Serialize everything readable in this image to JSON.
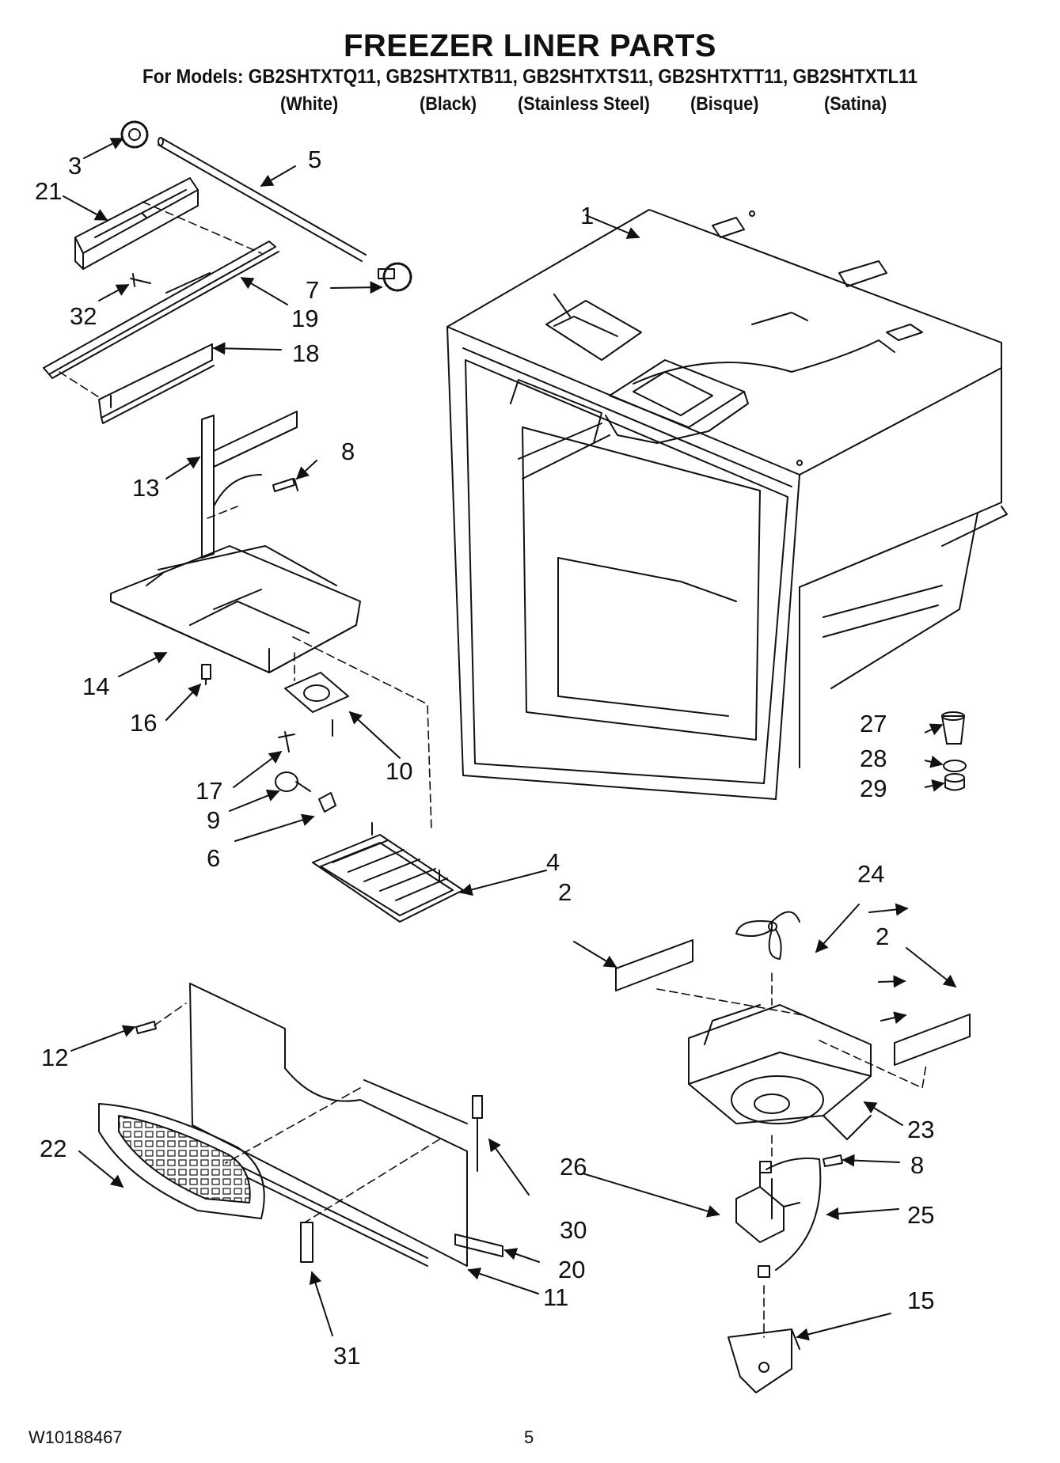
{
  "title": "FREEZER LINER PARTS",
  "models_line": "For Models: GB2SHTXTQ11, GB2SHTXTB11, GB2SHTXTS11, GB2SHTXTT11, GB2SHTXTL11",
  "variants": [
    "(White)",
    "(Black)",
    "(Stainless Steel)",
    "(Bisque)",
    "(Satina)"
  ],
  "callouts": [
    "1",
    "2",
    "2",
    "3",
    "4",
    "5",
    "6",
    "7",
    "8",
    "8",
    "9",
    "10",
    "11",
    "12",
    "13",
    "14",
    "15",
    "16",
    "17",
    "18",
    "19",
    "20",
    "21",
    "22",
    "23",
    "24",
    "25",
    "26",
    "27",
    "28",
    "29",
    "30",
    "31",
    "32"
  ],
  "footer": {
    "doc_number": "W10188467",
    "page_number": "5"
  }
}
